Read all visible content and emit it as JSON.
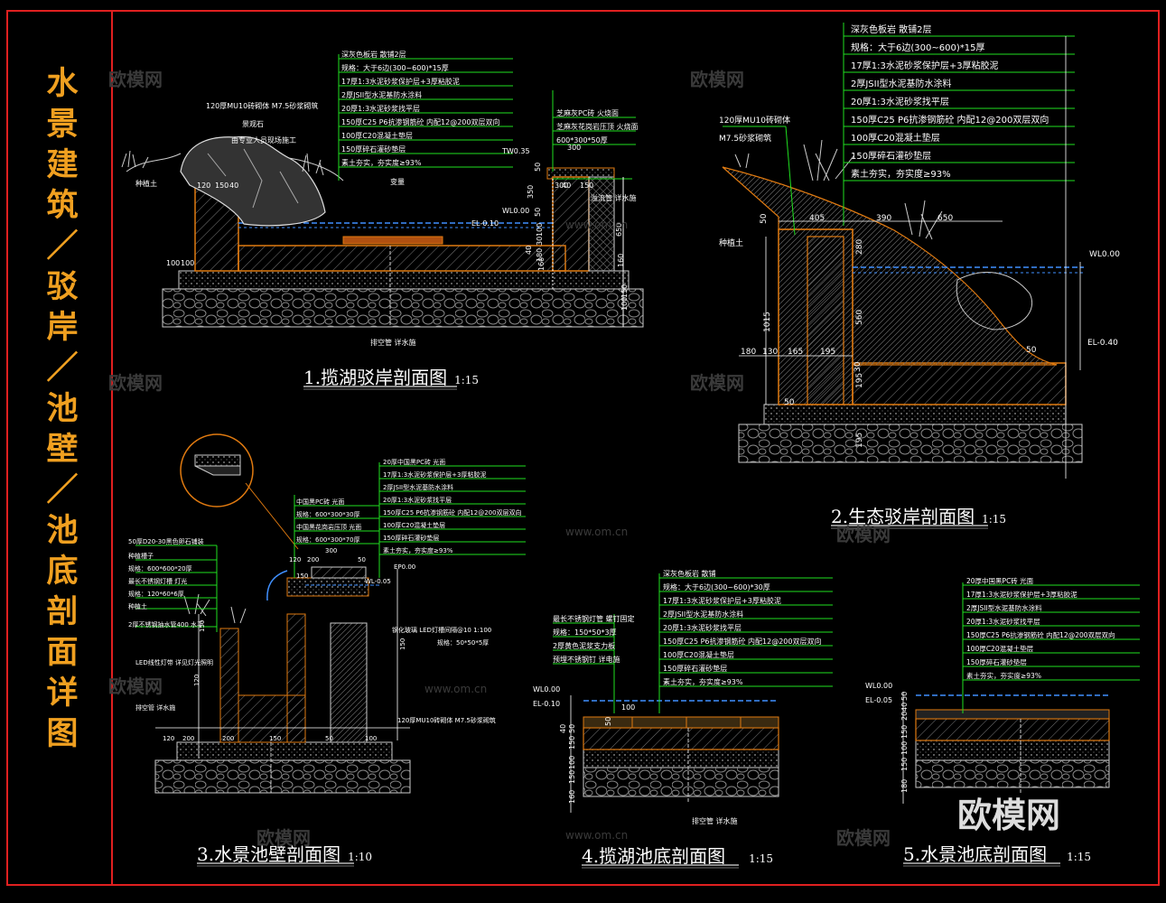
{
  "sheet_title": [
    "水",
    "景",
    "建",
    "筑",
    "／",
    "驳",
    "岸",
    "／",
    "池",
    "壁",
    "／",
    "池",
    "底",
    "剖",
    "面",
    "详",
    "图"
  ],
  "captions": {
    "s1": {
      "title": "1.揽湖驳岸剖面图",
      "scale": "1:15"
    },
    "s2": {
      "title": "2.生态驳岸剖面图",
      "scale": "1:15"
    },
    "s3": {
      "title": "3.水景池壁剖面图",
      "scale": "1:10"
    },
    "s4": {
      "title": "4.揽湖池底剖面图",
      "scale": "1:15"
    },
    "s5": {
      "title": "5.水景池底剖面图",
      "scale": "1:15"
    }
  },
  "s1": {
    "notes": [
      "深灰色板岩 散铺2层",
      "规格：大于6边(300~600)*15厚",
      "17厚1:3水泥砂浆保护层+3厚粘胶泥",
      "2厚JSII型水泥基防水涂料",
      "20厚1:3水泥砂浆找平层",
      "150厚C25 P6抗渗钢筋砼 内配12@200双层双向",
      "100厚C20混凝土垫层",
      "150厚碎石灌砂垫层",
      "素土夯实，夯实度≥93%"
    ],
    "side_notes": [
      "芝麻灰PC砖 火烧面",
      "芝麻灰花岗岩压顶 火烧面",
      "600*300*50厚"
    ],
    "labels": {
      "wall": "120厚MU10砖砌体 M7.5砂浆砌筑",
      "rock": "景观石",
      "rock2": "由专业人员现场施工",
      "soil": "种植土",
      "overflow": "溢流管 详水施",
      "drain": "排空管 详水施",
      "ce": "变量",
      "tw": "TW0.35",
      "wl": "WL0.00",
      "el": "EL-0.10"
    },
    "dims": [
      "120",
      "150",
      "40",
      "300",
      "40",
      "150",
      "300",
      "50",
      "350",
      "50",
      "100",
      "30",
      "40",
      "180",
      "160",
      "650",
      "160",
      "150",
      "100",
      "100",
      "100"
    ]
  },
  "s2": {
    "notes": [
      "深灰色板岩 散铺2层",
      "规格：大于6边(300~600)*15厚",
      "17厚1:3水泥砂浆保护层+3厚粘胶泥",
      "2厚JSII型水泥基防水涂料",
      "20厚1:3水泥砂浆找平层",
      "150厚C25 P6抗渗钢筋砼 内配12@200双层双向",
      "100厚C20混凝土垫层",
      "150厚碎石灌砂垫层",
      "素土夯实，夯实度≥93%"
    ],
    "labels": {
      "wall": "120厚MU10砖砌体",
      "mortar": "M7.5砂浆砌筑",
      "soil": "种植土",
      "wl": "WL0.00",
      "el": "EL-0.40"
    },
    "dims": [
      "405",
      "390",
      "650",
      "50",
      "280",
      "1015",
      "560",
      "180",
      "130",
      "165",
      "195",
      "50",
      "195",
      "30",
      "195",
      "50"
    ]
  },
  "s3": {
    "notes": [
      "20厚中国黑PC砖 光面",
      "17厚1:3水泥砂浆保护层+3厚粘胶泥",
      "2厚JSII型水泥基防水涂料",
      "20厚1:3水泥砂浆找平层",
      "150厚C25 P6抗渗钢筋砼 内配12@200双层双向",
      "100厚C20混凝土垫层",
      "150厚碎石灌砂垫层",
      "素土夯实，夯实度≥93%"
    ],
    "mid_notes": [
      "中国黑PC砖 光面",
      "规格：600*300*30厚",
      "中国黑花岗岩压顶 光面",
      "规格：600*300*70厚"
    ],
    "left_notes": [
      "50厚D20-30黑色卵石铺装",
      "种植槽子",
      "规格：600*600*20厚",
      "最长不锈钢灯槽 灯光",
      "规格：120*60*6厚",
      "种植土",
      "2厚不锈钢抽水管400 水平"
    ],
    "labels": {
      "ep": "EP0.00",
      "wl": "WL-0.05",
      "grille": "LED线性灯带 详见灯光照明",
      "drain": "排空管 详水施",
      "wall": "120厚MU10砖砌体 M7.5砂浆砌筑",
      "cap": "钢化玻璃 LED灯槽间隔@10 1:100",
      "spec": "规格：50*50*5厚"
    },
    "dims": [
      "300",
      "120",
      "200",
      "50",
      "150",
      "120",
      "200",
      "200",
      "150",
      "50",
      "100",
      "120",
      "150",
      "150"
    ]
  },
  "s4": {
    "notes": [
      "深灰色板岩 散铺",
      "规格：大于6边(300~600)*30厚",
      "17厚1:3水泥砂浆保护层+3厚粘胶泥",
      "2厚JSII型水泥基防水涂料",
      "20厚1:3水泥砂浆找平层",
      "150厚C25 P6抗渗钢筋砼 内配12@200双层双向",
      "100厚C20混凝土垫层",
      "150厚碎石灌砂垫层",
      "素土夯实，夯实度≥93%"
    ],
    "left_notes": [
      "最长不锈钢灯管 螺钉固定",
      "规格：150*50*3厚",
      "2厚黄色泥浆支力板",
      "预埋不锈钢钉 详电施"
    ],
    "labels": {
      "wl": "WL0.00",
      "el": "EL-0.10",
      "drain": "排空管 详水施"
    },
    "dims": [
      "100",
      "50",
      "40",
      "50",
      "150",
      "100",
      "150",
      "160"
    ]
  },
  "s5": {
    "notes": [
      "20厚中国黑PC砖 光面",
      "17厚1:3水泥砂浆保护层+3厚粘胶泥",
      "2厚JSII型水泥基防水涂料",
      "20厚1:3水泥砂浆找平层",
      "150厚C25 P6抗渗钢筋砼 内配12@200双层双向",
      "100厚C20混凝土垫层",
      "150厚碎石灌砂垫层",
      "素土夯实，夯实度≥93%"
    ],
    "labels": {
      "wl": "WL0.00",
      "el": "EL-0.05"
    },
    "dims": [
      "50",
      "40",
      "20",
      "150",
      "100",
      "150",
      "180"
    ]
  },
  "watermark": "欧模网",
  "watermark_url": "www.om.cn",
  "brand": "欧模网",
  "colors": {
    "frame": "#e02020",
    "leader": "#20e020",
    "wall": "#e07a10",
    "water": "#4090ff",
    "text": "#ffffff",
    "title": "#f0a020"
  }
}
